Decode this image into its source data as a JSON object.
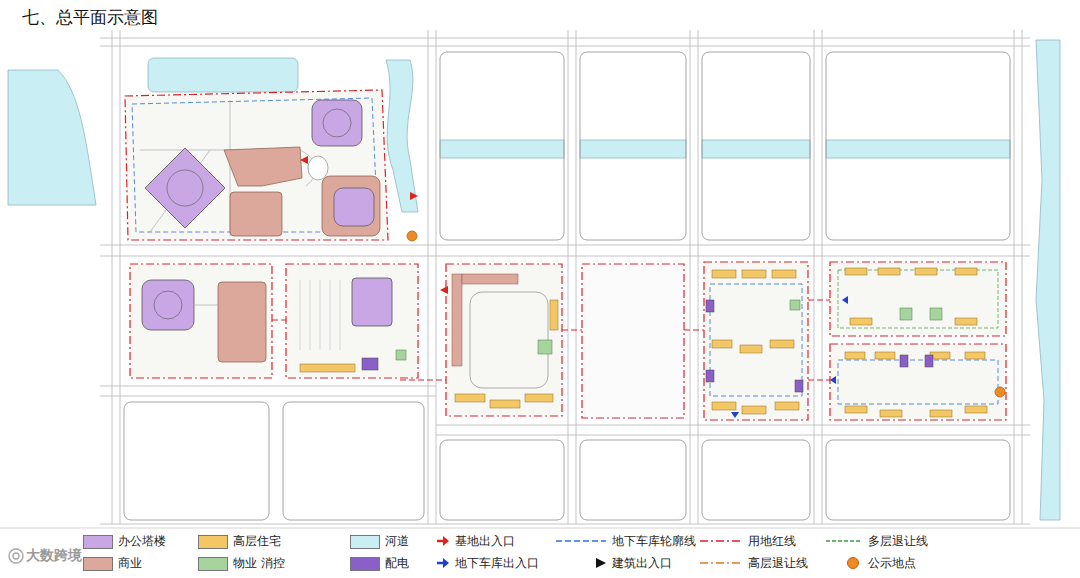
{
  "diagram": {
    "title": "七、总平面示意图",
    "labels": [
      "大数跨境"
    ],
    "legend": [
      {
        "text": "办公塔楼",
        "color": "#c9a7e4"
      },
      {
        "text": "高层住宅",
        "color": "#f3c766"
      },
      {
        "text": "河道",
        "color": "#c9eef3"
      },
      {
        "text": "基地出入口"
      },
      {
        "text": "地下车库轮廓线"
      },
      {
        "text": "用地红线"
      },
      {
        "text": "多层退让线"
      },
      {
        "text": "商业",
        "color": "#dba89b"
      },
      {
        "text": "物业 消控",
        "color": "#a6d39e"
      },
      {
        "text": "配电",
        "color": "#8b5fc8"
      },
      {
        "text": "地下车库出入口"
      },
      {
        "text": "建筑出入口"
      },
      {
        "text": "高层退让线"
      },
      {
        "text": "公示地点"
      }
    ]
  }
}
